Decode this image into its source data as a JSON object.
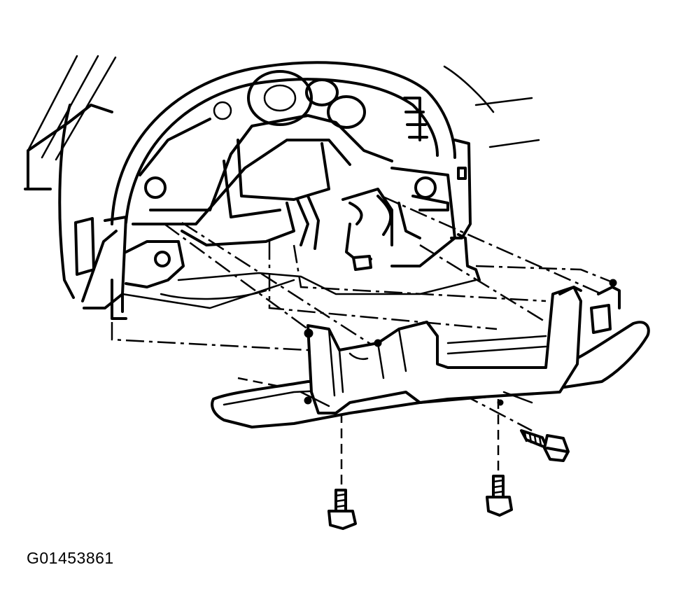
{
  "figure": {
    "id_label": "G01453861"
  },
  "parts": {
    "rear_bumper": "rear-bumper",
    "mounting_bolts": [
      "left-vertical-bolt",
      "right-vertical-bolt",
      "angled-bolt"
    ],
    "wheel_well": "rear-wheel-well",
    "bumper_bracket": "bumper-mounting-bracket"
  }
}
